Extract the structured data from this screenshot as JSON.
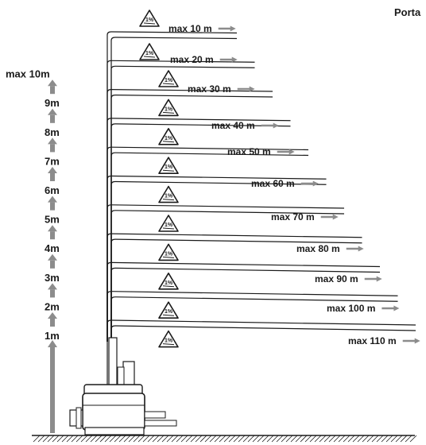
{
  "header": {
    "title": "Porta"
  },
  "heights": [
    "1m",
    "2m",
    "3m",
    "4m",
    "5m",
    "6m",
    "7m",
    "8m",
    "9m",
    "max 10m"
  ],
  "slope_badge": {
    "text": "1%"
  },
  "runs": [
    {
      "label": "max 10 m"
    },
    {
      "label": "max 20 m"
    },
    {
      "label": "max 30 m"
    },
    {
      "label": "max 40 m"
    },
    {
      "label": "max 50 m"
    },
    {
      "label": "max 60 m"
    },
    {
      "label": "max 70 m"
    },
    {
      "label": "max 80 m"
    },
    {
      "label": "max 90 m"
    },
    {
      "label": "max 100 m"
    },
    {
      "label": "max 110 m"
    }
  ],
  "colors": {
    "line": "#1a1a1a",
    "arrow": "#8c8c8c",
    "text": "#1a1a1a"
  }
}
